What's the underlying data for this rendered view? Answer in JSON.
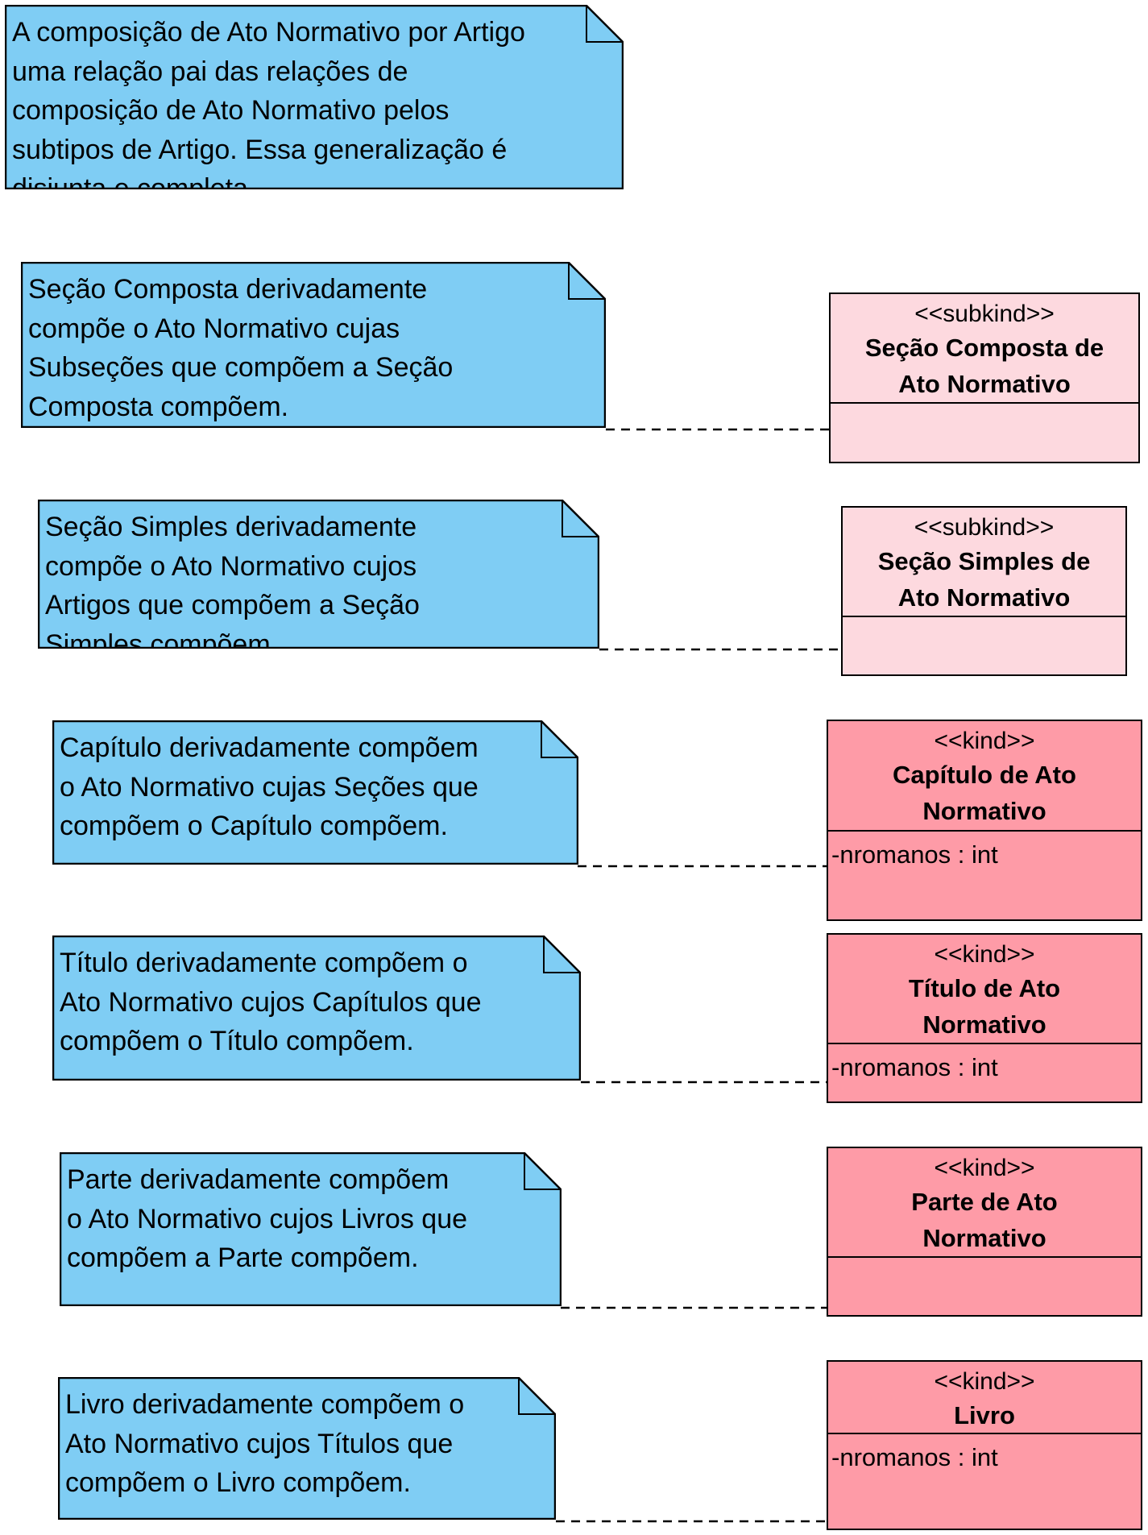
{
  "colors": {
    "note": "#7fcdf4",
    "subkind": "#fdd9df",
    "kind": "#fe9ba7",
    "stroke": "#000000"
  },
  "notes": [
    {
      "text": "A composição de Ato Normativo por Artigo\numa relação pai das relações de\ncomposição de Ato Normativo pelos\nsubtipos de Artigo. Essa generalização é\ndisjunta e completa."
    },
    {
      "text": "Seção Composta derivadamente\ncompõe o Ato Normativo cujas\nSubseções que compõem a Seção\nComposta compõem."
    },
    {
      "text": "Seção Simples derivadamente\ncompõe o Ato Normativo cujos\nArtigos que compõem a Seção\nSimples compõem."
    },
    {
      "text": "Capítulo derivadamente compõem\no Ato Normativo cujas Seções que\ncompõem o Capítulo compõem."
    },
    {
      "text": "Título derivadamente compõem o\nAto Normativo cujos Capítulos que\ncompõem o Título compõem."
    },
    {
      "text": "Parte derivadamente compõem\no Ato Normativo cujos Livros que\ncompõem a Parte compõem."
    },
    {
      "text": "Livro derivadamente compõem o\nAto Normativo cujos Títulos que\ncompõem o Livro compõem."
    }
  ],
  "classes": [
    {
      "stereotype": "<<subkind>>",
      "name": "Seção Composta de\nAto Normativo",
      "attribute": ""
    },
    {
      "stereotype": "<<subkind>>",
      "name": "Seção Simples de\nAto Normativo",
      "attribute": ""
    },
    {
      "stereotype": "<<kind>>",
      "name": "Capítulo de Ato\nNormativo",
      "attribute": "-nromanos : int"
    },
    {
      "stereotype": "<<kind>>",
      "name": "Título de Ato\nNormativo",
      "attribute": "-nromanos : int"
    },
    {
      "stereotype": "<<kind>>",
      "name": "Parte de Ato\nNormativo",
      "attribute": ""
    },
    {
      "stereotype": "<<kind>>",
      "name": "Livro",
      "attribute": "-nromanos : int"
    }
  ]
}
